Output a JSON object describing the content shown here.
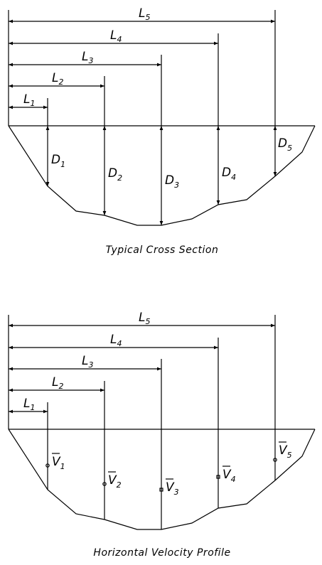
{
  "cross_section": {
    "caption": "Typical Cross Section",
    "length_labels": [
      {
        "letter": "L",
        "sub": "1"
      },
      {
        "letter": "L",
        "sub": "2"
      },
      {
        "letter": "L",
        "sub": "3"
      },
      {
        "letter": "L",
        "sub": "4"
      },
      {
        "letter": "L",
        "sub": "5"
      }
    ],
    "depth_labels": [
      {
        "letter": "D",
        "sub": "1"
      },
      {
        "letter": "D",
        "sub": "2"
      },
      {
        "letter": "D",
        "sub": "3"
      },
      {
        "letter": "D",
        "sub": "4"
      },
      {
        "letter": "D",
        "sub": "5"
      }
    ]
  },
  "velocity_profile": {
    "caption": "Horizontal Velocity Profile",
    "length_labels": [
      {
        "letter": "L",
        "sub": "1"
      },
      {
        "letter": "L",
        "sub": "2"
      },
      {
        "letter": "L",
        "sub": "3"
      },
      {
        "letter": "L",
        "sub": "4"
      },
      {
        "letter": "L",
        "sub": "5"
      }
    ],
    "velocity_labels": [
      {
        "letter": "V",
        "sub": "1"
      },
      {
        "letter": "V",
        "sub": "2"
      },
      {
        "letter": "V",
        "sub": "3"
      },
      {
        "letter": "V",
        "sub": "4"
      },
      {
        "letter": "V",
        "sub": "5"
      }
    ]
  }
}
